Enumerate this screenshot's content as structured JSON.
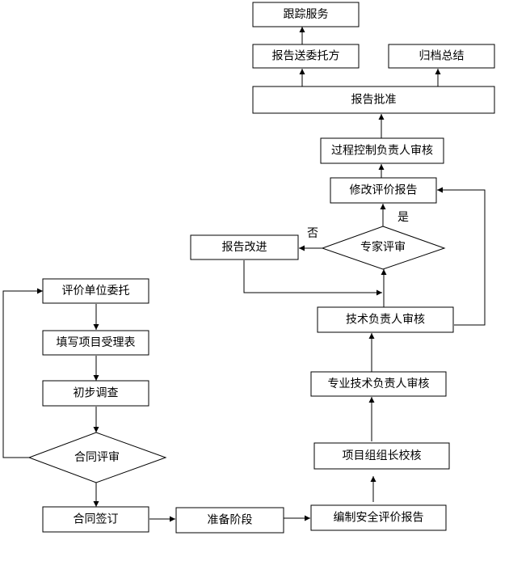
{
  "nodes": {
    "track_service": "跟踪服务",
    "send_report": "报告送委托方",
    "archive_summary": "归档总结",
    "report_approval": "报告批准",
    "process_review": "过程控制负责人审核",
    "revise_report": "修改评价报告",
    "expert_review": "专家评审",
    "report_improve": "报告改进",
    "tech_review": "技术负责人审核",
    "pro_tech_review": "专业技术负责人审核",
    "group_leader_check": "项目组组长校核",
    "write_report": "编制安全评价报告",
    "prep_stage": "准备阶段",
    "contract_sign": "合同签订",
    "contract_review": "合同评审",
    "initial_survey": "初步调查",
    "fill_form": "填写项目受理表",
    "client_commission": "评价单位委托"
  },
  "labels": {
    "yes": "是",
    "no": "否"
  }
}
